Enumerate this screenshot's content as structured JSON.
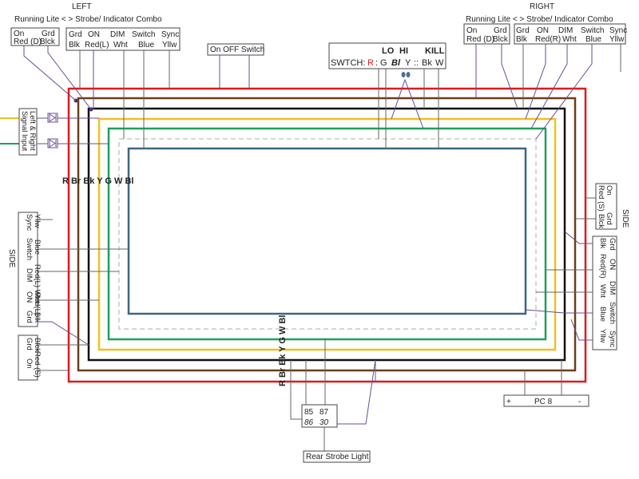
{
  "headers": {
    "left": "LEFT",
    "right": "RIGHT",
    "side_left": "SIDE",
    "side_right": "SIDE"
  },
  "combo": {
    "left": "Running  Lite <   > Strobe/ Indicator Combo",
    "right": "Running  Lite <   > Strobe/ Indicator Combo"
  },
  "left_running_box": {
    "r1": [
      "On",
      "Grd"
    ],
    "r2": [
      "Red (D)",
      "Blck"
    ]
  },
  "left_strobe_box": {
    "r1": [
      "Grd",
      "ON",
      "DIM",
      "Switch",
      "Sync"
    ],
    "r2": [
      "Blk",
      "Red(L)",
      "Wht",
      "Blue",
      "Yllw"
    ]
  },
  "right_running_box": {
    "r1": [
      "On",
      "Grd"
    ],
    "r2": [
      "Red (D)",
      "Blck"
    ]
  },
  "right_strobe_box": {
    "r1": [
      "Grd",
      "ON",
      "DIM",
      "Switch",
      "Sync"
    ],
    "r2": [
      "Blk",
      "Red(R)",
      "Wht",
      "Blue",
      "Yllw"
    ]
  },
  "on_off_switch": "On OFF Switch",
  "switch_box": {
    "top": [
      "LO",
      "HI",
      "KILL"
    ],
    "prefix": "SWTCH:",
    "r": "R",
    "sep1": ":",
    "g": "G",
    "bl": "Bl",
    "y": "Y",
    "sep2": "::",
    "bk": "Bk",
    "w": "W"
  },
  "signal_input": {
    "line1": "Left & Right",
    "line2": "Signal Input"
  },
  "wire_codes_top": "R Br Bk Y G  W Bl",
  "wire_codes_bottom": "R Br Bk Y G  W Bl",
  "left_side_box": {
    "r1": [
      "Sync",
      "Switch",
      "DIM",
      "ON",
      "Grd"
    ],
    "r2": [
      "Yllw",
      "Blue",
      "Red(L) Wht",
      "Red(L)",
      "Blk"
    ]
  },
  "left_side_running_box": {
    "r1": [
      "Grd",
      "On"
    ],
    "r2": [
      "Blck",
      "Red (S)"
    ]
  },
  "right_side_running_box": {
    "r1": [
      "On",
      "Grd"
    ],
    "r2": [
      "Red (S)",
      "Blck"
    ]
  },
  "right_side_box": {
    "r1": [
      "Grd",
      "ON",
      "DIM",
      "Switch",
      "Sync"
    ],
    "r2": [
      "Blk",
      "Red(R)",
      "Wht",
      "Blue",
      "Yllw"
    ]
  },
  "relay": {
    "p85": "85",
    "p87": "87",
    "p86": "86",
    "p30": "30"
  },
  "rear_strobe": "Rear Strobe Light",
  "pc8": {
    "plus": "+",
    "label": "PC 8",
    "minus": "-"
  },
  "colors": {
    "red": "#e0191c",
    "brown": "#6b3e1a",
    "black": "#111111",
    "yellow": "#f1c021",
    "green": "#1fa05b",
    "white_dashed": "#c8c8c8",
    "blue": "#3d6680",
    "signal_yellow": "#f1c021",
    "signal_green": "#1fa05b",
    "lead": "#6a4c93"
  }
}
